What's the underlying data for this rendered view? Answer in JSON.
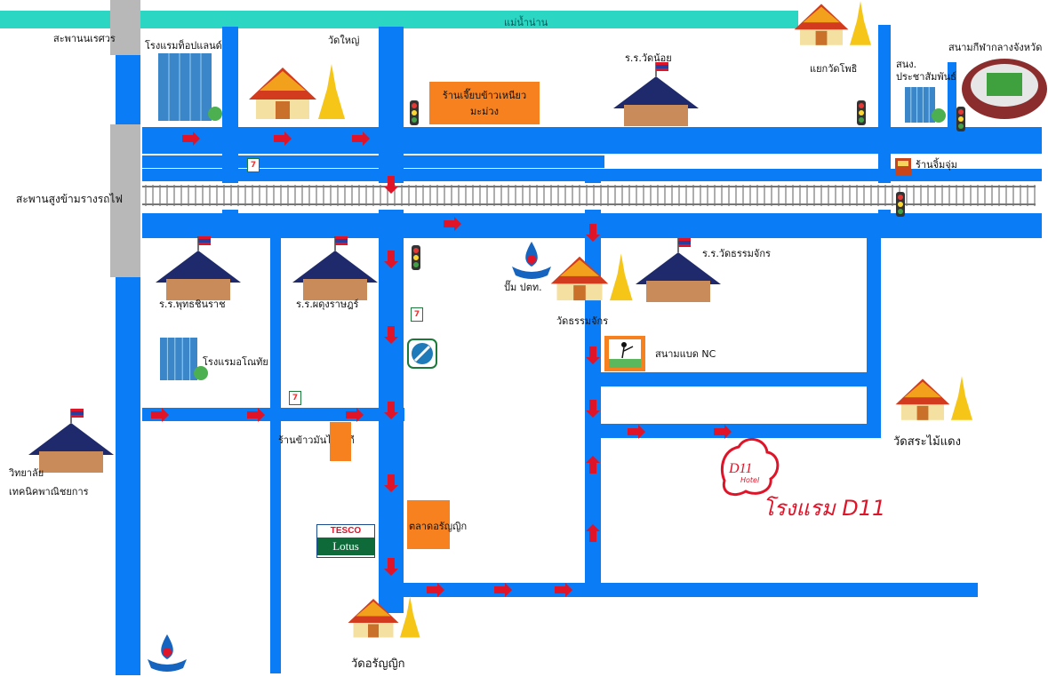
{
  "river": {
    "label": "แม่น้ำน่าน",
    "color": "#2bd6c3"
  },
  "colors": {
    "road": "#0a7cf5",
    "arrow": "#e01428",
    "shop": "#f7811f",
    "bridge": "#b8b8b8",
    "hotel": "#e01428"
  },
  "labels": {
    "naresuan_bridge": "สะพานนเรศวร",
    "rail_bridge": "สะพานสูงข้ามรางรถไฟ",
    "hotel_topland": "โรงแรมท็อปแลนด์",
    "wat_yai": "วัดใหญ่",
    "shop_khao": "ร้านเจี๊ยบข้าวเหนียวมะม่วง",
    "school_wat_noi": "ร.ร.วัดน้อย",
    "yaek_wat_pho": "แยกวัดโพธิ",
    "stadium": "สนามกีฬากลางจังหวัด",
    "office": "สนง.\nประชาสัมพันธ์",
    "ran_chum": "ร้านจิ้มจุ่ม",
    "school_phutthachinnarat": "ร.ร.พุทธชินราช",
    "school_phadung": "ร.ร.ผดุงราษฎร์",
    "ptt": "ปั๊ม ปตท.",
    "school_wat_thammachak": "ร.ร.วัดธรรมจักร",
    "wat_thammachak": "วัดธรรมจักร",
    "hotel_amarin": "โรงแรมอโณทัย",
    "court": "สนามแบด NC",
    "shop_kaiman": "ร้านข้าวมันไก่พังกี",
    "college_1": "วิทยาลัย",
    "college_2": "เทคนิคพาณิชยการ",
    "market": "ตลาดอรัญญิก",
    "wat_sa": "วัดสระไม้แดง",
    "hotel_d11": "โรงแรม D11",
    "d11_logo": "D11",
    "d11_logo_sub": "Hotel",
    "wat_aranyik": "วัดอรัญญิก",
    "tesco_top": "TESCO",
    "tesco_bottom": "Lotus",
    "seven": "7"
  }
}
